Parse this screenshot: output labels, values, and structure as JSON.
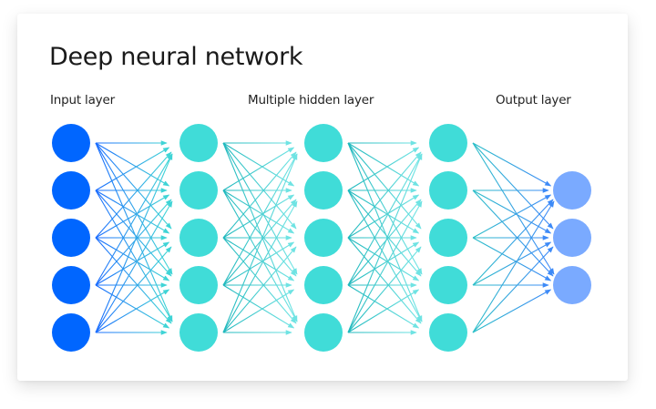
{
  "title": "Deep neural network",
  "labels": {
    "input": "Input layer",
    "hidden": "Multiple hidden layer",
    "output": "Output layer"
  },
  "network": {
    "layers": [
      {
        "name": "input",
        "nodes": 5,
        "color": "#0066FF"
      },
      {
        "name": "hidden-1",
        "nodes": 5,
        "color": "#40DCD8"
      },
      {
        "name": "hidden-2",
        "nodes": 5,
        "color": "#40DCD8"
      },
      {
        "name": "hidden-3",
        "nodes": 5,
        "color": "#40DCD8"
      },
      {
        "name": "output",
        "nodes": 3,
        "color": "#7AAAFF"
      }
    ],
    "connections": [
      {
        "from": "input",
        "to": "hidden-1",
        "gradient": [
          "#1A6CFF",
          "#3FD4D6"
        ]
      },
      {
        "from": "hidden-1",
        "to": "hidden-2",
        "gradient": [
          "#1FB8BD",
          "#6FE3E3"
        ]
      },
      {
        "from": "hidden-2",
        "to": "hidden-3",
        "gradient": [
          "#1FB8BD",
          "#6FE3E3"
        ]
      },
      {
        "from": "hidden-3",
        "to": "output",
        "gradient": [
          "#2BBFC8",
          "#3D8AF7"
        ]
      }
    ],
    "fully_connected": true
  }
}
